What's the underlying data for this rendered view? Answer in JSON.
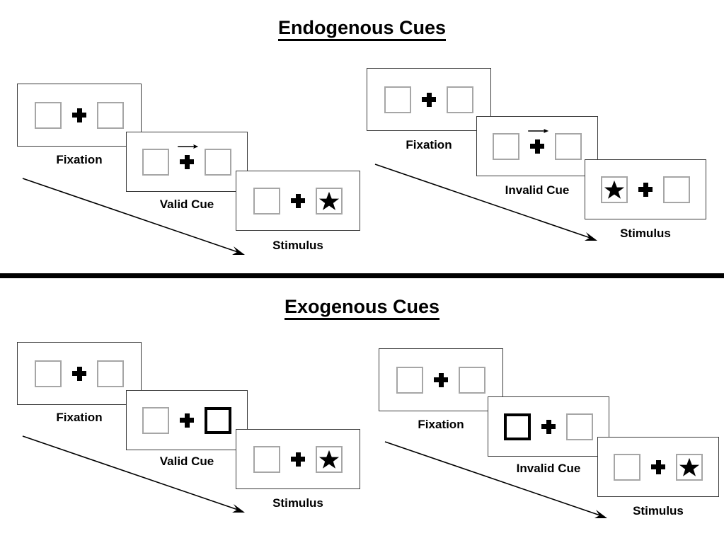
{
  "figure": {
    "sections": [
      {
        "id": "endogenous",
        "title": "Endogenous Cues",
        "cue_type": "arrow",
        "columns": [
          {
            "id": "valid",
            "cue_label": "Valid Cue",
            "cue_validity": "valid",
            "cue_direction": "right",
            "cued_side": "right",
            "target_side": "right",
            "frames": [
              {
                "label": "Fixation",
                "kind": "fixation",
                "left_box": "empty",
                "right_box": "empty",
                "arrow": false
              },
              {
                "label": "Valid Cue",
                "kind": "cue",
                "left_box": "empty",
                "right_box": "empty",
                "arrow": true,
                "arrow_direction": "right"
              },
              {
                "label": "Stimulus",
                "kind": "stimulus",
                "left_box": "empty",
                "right_box": "star",
                "arrow": false
              }
            ]
          },
          {
            "id": "invalid",
            "cue_label": "Invalid Cue",
            "cue_validity": "invalid",
            "cue_direction": "right",
            "cued_side": "right",
            "target_side": "left",
            "frames": [
              {
                "label": "Fixation",
                "kind": "fixation",
                "left_box": "empty",
                "right_box": "empty",
                "arrow": false
              },
              {
                "label": "Invalid Cue",
                "kind": "cue",
                "left_box": "empty",
                "right_box": "empty",
                "arrow": true,
                "arrow_direction": "right"
              },
              {
                "label": "Stimulus",
                "kind": "stimulus",
                "left_box": "star",
                "right_box": "empty",
                "arrow": false
              }
            ]
          }
        ]
      },
      {
        "id": "exogenous",
        "title": "Exogenous Cues",
        "cue_type": "box-highlight",
        "columns": [
          {
            "id": "valid",
            "cue_label": "Valid Cue",
            "cue_validity": "valid",
            "cued_side": "right",
            "target_side": "right",
            "frames": [
              {
                "label": "Fixation",
                "kind": "fixation",
                "left_box": "empty",
                "right_box": "empty",
                "arrow": false
              },
              {
                "label": "Valid Cue",
                "kind": "cue",
                "left_box": "empty",
                "right_box": "cued",
                "arrow": false
              },
              {
                "label": "Stimulus",
                "kind": "stimulus",
                "left_box": "empty",
                "right_box": "star",
                "arrow": false
              }
            ]
          },
          {
            "id": "invalid",
            "cue_label": "Invalid Cue",
            "cue_validity": "invalid",
            "cued_side": "left",
            "target_side": "right",
            "frames": [
              {
                "label": "Fixation",
                "kind": "fixation",
                "left_box": "empty",
                "right_box": "empty",
                "arrow": false
              },
              {
                "label": "Invalid Cue",
                "kind": "cue",
                "left_box": "cued",
                "right_box": "empty",
                "arrow": false
              },
              {
                "label": "Stimulus",
                "kind": "stimulus",
                "left_box": "empty",
                "right_box": "star",
                "arrow": false
              }
            ]
          }
        ]
      }
    ],
    "icons": {
      "fixation_cross": "plus-cross-icon",
      "target": "star-icon",
      "cue_arrow": "arrow-right-icon",
      "time_flow": "time-flow-arrow-icon"
    },
    "colors": {
      "frame_border": "#3a3a3a",
      "box_border": "#a6a6a6",
      "cued_box_border": "#000000",
      "ink": "#000000",
      "background": "#ffffff"
    }
  }
}
